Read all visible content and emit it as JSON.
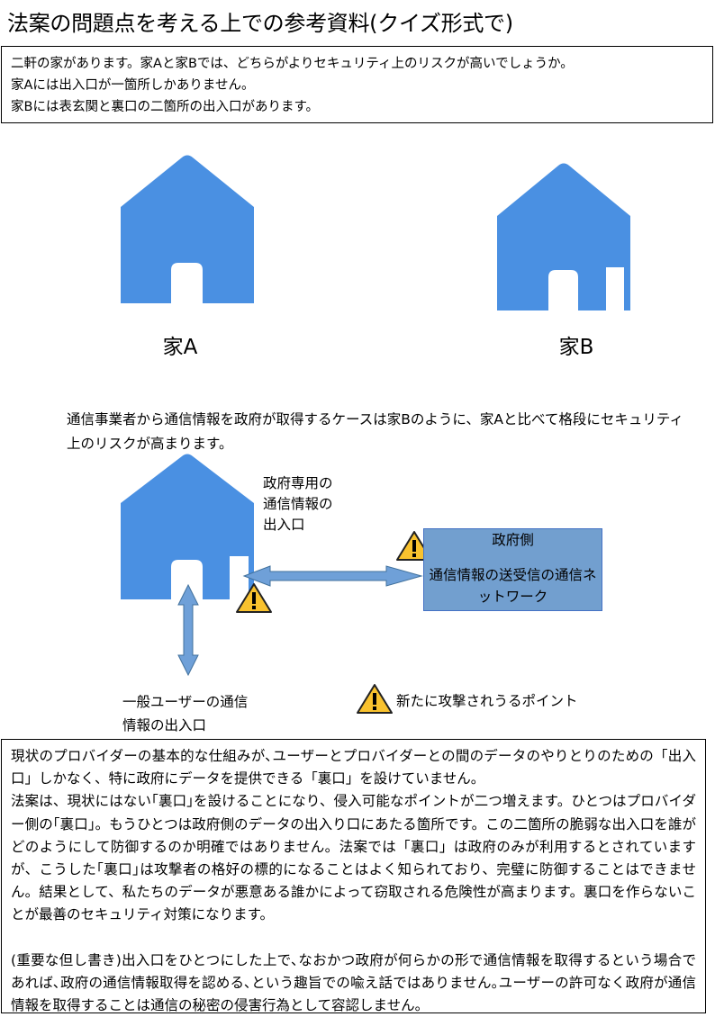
{
  "title": "法案の問題点を考える上での参考資料(クイズ形式で)",
  "intro": {
    "line1": "二軒の家があります。家Aと家Bでは、どちらがよりセキュリティ上のリスクが高いでしょうか。",
    "line2": "家Aには出入口が一箇所しかありません。",
    "line3": "家Bには表玄関と裏口の二箇所の出入口があります。"
  },
  "houses": {
    "a_label": "家A",
    "b_label": "家B"
  },
  "explanation": "通信事業者から通信情報を政府が取得するケースは家Bのように、家Aと比べて格段にセキュリティ上のリスクが高まります。",
  "diagram": {
    "back_door_label": "政府専用の通信情報の出入口",
    "gov_title": "政府側",
    "gov_subtitle": "通信情報の送受信の通信ネットワーク",
    "user_door_label": "一般ユーザーの通信情報の出入口",
    "legend_text": "新たに攻撃されうるポイント"
  },
  "body": {
    "p1": "現状のプロバイダーの基本的な仕組みが､ユーザーとプロバイダーとの間のデータのやりとりのための「出入口」しかなく、特に政府にデータを提供できる「裏口」を設けていません。",
    "p2": "法案は、現状にはない｢裏口｣を設けることになり、侵入可能なポイントが二つ増えます。ひとつはプロバイダー側の｢裏口｣。もうひとつは政府側のデータの出入り口にあたる箇所です。この二箇所の脆弱な出入口を誰がどのようにして防御するのか明確ではありません。法案では「裏口」は政府のみが利用するとされていますが、こうした｢裏口｣は攻撃者の格好の標的になることはよく知られており、完璧に防御することはできません。結果として、私たちのデータが悪意ある誰かによって窃取される危険性が高まります。裏口を作らないことが最善のセキュリティ対策になります。",
    "p3": "(重要な但し書き)出入口をひとつにした上で､なおかつ政府が何らかの形で通信情報を取得するという場合であれば､政府の通信情報取得を認める､という趣旨での喩え話ではありません｡ユーザーの許可なく政府が通信情報を取得することは通信の秘密の侵害行為として容認しません。"
  },
  "colors": {
    "house_blue": "#4a90e2",
    "gov_box": "#729fcf",
    "arrow_fill": "#6fa0d8",
    "warning_yellow": "#f9c22e"
  }
}
